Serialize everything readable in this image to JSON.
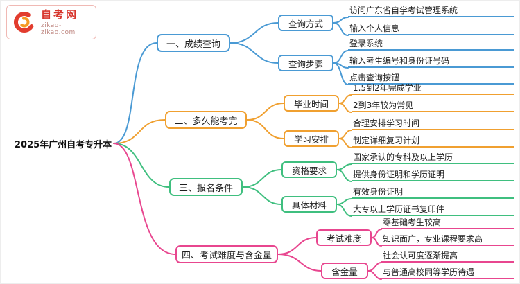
{
  "logo": {
    "site_name": "自考网",
    "site_url": "zikao-zikao.com",
    "brand_color": "#d7342b",
    "icon": "zikao-swirl-icon"
  },
  "root": {
    "label": "2025年广州自考专升本"
  },
  "branches": [
    {
      "label": "一、成绩查询",
      "color": "#4a9ad4",
      "children": [
        {
          "label": "查询方式",
          "leaves": [
            "访问广东省自学考试管理系统",
            "输入个人信息"
          ]
        },
        {
          "label": "查询步骤",
          "leaves": [
            "登录系统",
            "输入考生编号和身份证号码",
            "点击查询按钮"
          ]
        }
      ]
    },
    {
      "label": "二、多久能考完",
      "color": "#f0a030",
      "children": [
        {
          "label": "毕业时间",
          "leaves": [
            "1.5到2年完成学业",
            "2到3年较为常见"
          ]
        },
        {
          "label": "学习安排",
          "leaves": [
            "合理安排学习时间",
            "制定详细复习计划"
          ]
        }
      ]
    },
    {
      "label": "三、报名条件",
      "color": "#3fbf7f",
      "children": [
        {
          "label": "资格要求",
          "leaves": [
            "国家承认的专科及以上学历",
            "提供身份证明和学历证明"
          ]
        },
        {
          "label": "具体材料",
          "leaves": [
            "有效身份证明",
            "大专以上学历证书复印件"
          ]
        }
      ]
    },
    {
      "label": "四、考试难度与含金量",
      "color": "#e8468f",
      "children": [
        {
          "label": "考试难度",
          "leaves": [
            "零基础考生较高",
            "知识面广，专业课程要求高"
          ]
        },
        {
          "label": "含金量",
          "leaves": [
            "社会认可度逐渐提高",
            "与普通高校同等学历待遇"
          ]
        }
      ]
    }
  ]
}
